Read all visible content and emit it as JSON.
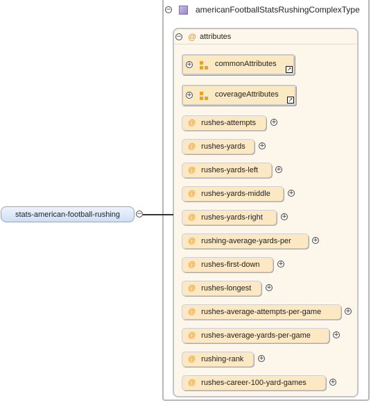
{
  "complex_type": {
    "title": "americanFootballStatsRushingComplexType",
    "toggle": "−"
  },
  "attributes_group": {
    "at_symbol": "@",
    "label": "attributes",
    "toggle": "−"
  },
  "group_refs": [
    {
      "label": "commonAttributes",
      "toggle": "+",
      "ref_arrow": "↗"
    },
    {
      "label": "coverageAttributes",
      "toggle": "+",
      "ref_arrow": "↗"
    }
  ],
  "attributes": [
    {
      "at": "@",
      "label": "rushes-attempts",
      "toggle": "+"
    },
    {
      "at": "@",
      "label": "rushes-yards",
      "toggle": "+"
    },
    {
      "at": "@",
      "label": "rushes-yards-left",
      "toggle": "+"
    },
    {
      "at": "@",
      "label": "rushes-yards-middle",
      "toggle": "+"
    },
    {
      "at": "@",
      "label": "rushes-yards-right",
      "toggle": "+"
    },
    {
      "at": "@",
      "label": "rushing-average-yards-per",
      "toggle": "+"
    },
    {
      "at": "@",
      "label": "rushes-first-down",
      "toggle": "+"
    },
    {
      "at": "@",
      "label": "rushes-longest",
      "toggle": "+"
    },
    {
      "at": "@",
      "label": "rushes-average-attempts-per-game",
      "toggle": "+"
    },
    {
      "at": "@",
      "label": "rushes-average-yards-per-game",
      "toggle": "+"
    },
    {
      "at": "@",
      "label": "rushing-rank",
      "toggle": "+"
    },
    {
      "at": "@",
      "label": "rushes-career-100-yard-games",
      "toggle": "+"
    }
  ],
  "root_element": {
    "label": "stats-american-football-rushing",
    "toggle": "−"
  }
}
